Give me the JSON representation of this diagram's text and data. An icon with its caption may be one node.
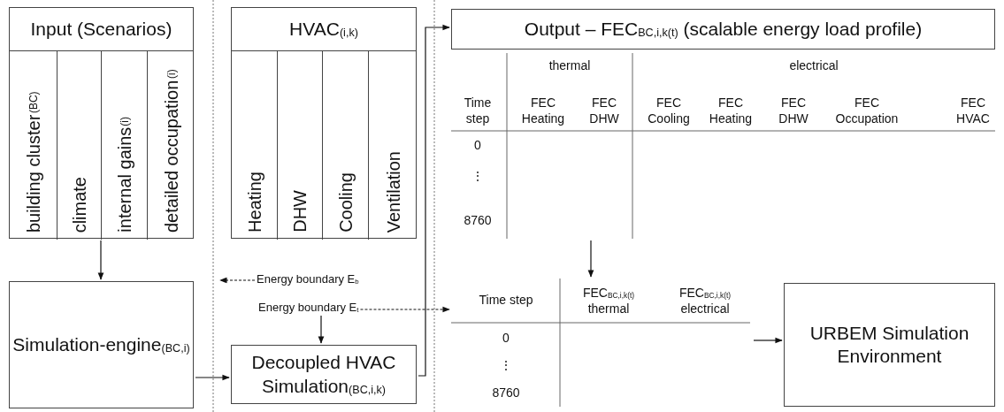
{
  "diagram": {
    "nodes": [
      {
        "text": [
          "Input (Scenarios)"
        ]
      },
      {
        "text": [
          "building cluster$_{(BC)}$"
        ],
        "in": 0
      },
      {
        "text": [
          "climate"
        ],
        "in": 0
      },
      {
        "text": [
          "internal gains$_{(i)}$"
        ],
        "in": 0
      },
      {
        "text": [
          "detailed occupation$_{(i)}$"
        ],
        "in": 0
      },
      {
        "text": [
          "HVAC$_{(i,k)}$"
        ]
      },
      {
        "text": [
          "Heating"
        ],
        "in": 5
      },
      {
        "text": [
          "DHW"
        ],
        "in": 5
      },
      {
        "text": [
          "Cooling"
        ],
        "in": 5
      },
      {
        "text": [
          "Ventilation"
        ],
        "in": 5
      },
      {
        "text": [
          "Output – FEC$_{BC,i,k(t)}$ (scalable energy load profile)"
        ]
      },
      {
        "text": [
          "thermal",
          "electrical",
          "Time step",
          "FEC Heating",
          "FEC DHW",
          "FEC Cooling",
          "FEC Heating",
          "FEC DHW",
          "FEC Occupation",
          "FEC HVAC",
          "0",
          "⋮",
          "8760"
        ]
      },
      {
        "text": [
          "Time step",
          "FEC$_{BC,i,k(t)}$ thermal",
          "FEC$_{BC,i,k(t)}$ electrical",
          "0",
          "⋮",
          "8760"
        ]
      },
      {
        "text": [
          "Simulation-engine$_{(BC,i)}$"
        ]
      },
      {
        "text": [
          "Decoupled HVAC Simulation$_{(BC,i,k)}$"
        ]
      },
      {
        "text": [
          "URBEM Simulation Environment"
        ]
      },
      {
        "text": [
          "Energy boundary E$_{b}$"
        ]
      },
      {
        "text": [
          "Energy boundary E$_{t}$"
        ]
      }
    ],
    "edges": [
      {
        "from": 0,
        "to": 13,
        "arrow": "to"
      },
      {
        "from": 13,
        "to": 14,
        "arrow": "to"
      },
      {
        "from": 14,
        "to": 10,
        "arrow": "to"
      },
      {
        "from": 11,
        "to": 12,
        "arrow": "to"
      },
      {
        "from": 12,
        "to": 15,
        "arrow": "to"
      },
      {
        "from": 16,
        "to": null,
        "arrow": "to",
        "style": "dashed"
      },
      {
        "from": 17,
        "to": 12,
        "arrow": "to",
        "style": "dashed"
      },
      {
        "from": 17,
        "to": 14,
        "arrow": "to"
      }
    ]
  }
}
